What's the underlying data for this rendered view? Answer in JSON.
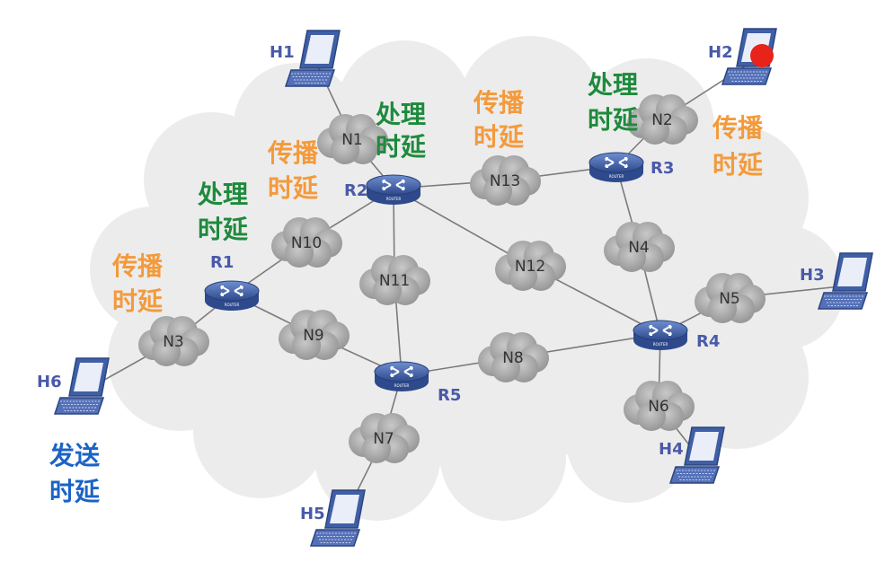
{
  "hosts": [
    {
      "id": "H1",
      "label": "H1"
    },
    {
      "id": "H2",
      "label": "H2"
    },
    {
      "id": "H3",
      "label": "H3"
    },
    {
      "id": "H4",
      "label": "H4"
    },
    {
      "id": "H5",
      "label": "H5"
    },
    {
      "id": "H6",
      "label": "H6"
    }
  ],
  "routers": [
    {
      "id": "R1",
      "label": "R1"
    },
    {
      "id": "R2",
      "label": "R2"
    },
    {
      "id": "R3",
      "label": "R3"
    },
    {
      "id": "R4",
      "label": "R4"
    },
    {
      "id": "R5",
      "label": "R5"
    }
  ],
  "router_tag": "ROUTER",
  "networks": [
    "N1",
    "N2",
    "N3",
    "N4",
    "N5",
    "N6",
    "N7",
    "N8",
    "N9",
    "N10",
    "N11",
    "N12",
    "N13"
  ],
  "links": [
    [
      "H1",
      "N1"
    ],
    [
      "N1",
      "R2"
    ],
    [
      "R2",
      "N13"
    ],
    [
      "N13",
      "R3"
    ],
    [
      "R3",
      "N2"
    ],
    [
      "N2",
      "H2"
    ],
    [
      "R3",
      "N4"
    ],
    [
      "N4",
      "R4"
    ],
    [
      "R2",
      "N12"
    ],
    [
      "N12",
      "R4"
    ],
    [
      "R2",
      "N11"
    ],
    [
      "N11",
      "R5"
    ],
    [
      "R2",
      "N10"
    ],
    [
      "N10",
      "R1"
    ],
    [
      "R1",
      "N3"
    ],
    [
      "N3",
      "H6"
    ],
    [
      "R1",
      "N9"
    ],
    [
      "N9",
      "R5"
    ],
    [
      "R5",
      "N8"
    ],
    [
      "N8",
      "R4"
    ],
    [
      "R5",
      "N7"
    ],
    [
      "N7",
      "H5"
    ],
    [
      "R4",
      "N5"
    ],
    [
      "N5",
      "H3"
    ],
    [
      "R4",
      "N6"
    ],
    [
      "N6",
      "H4"
    ]
  ],
  "annotations": {
    "r2_processing": [
      "处理",
      "时延"
    ],
    "r3_processing": [
      "处理",
      "时延"
    ],
    "r1_processing": [
      "处理",
      "时延"
    ],
    "top_propagation": [
      "传播",
      "时延"
    ],
    "left_propagation": [
      "传播",
      "时延"
    ],
    "h2_propagation": [
      "传播",
      "时延"
    ],
    "r1_left_propagation": [
      "传播",
      "时延"
    ],
    "sending": [
      "发送",
      "时延"
    ]
  },
  "colors": {
    "propagation": "#f39a3c",
    "processing": "#1e8a3c",
    "sending": "#1b63c6",
    "router": "#3f5fa6",
    "cloud": "#9e9e9e",
    "indicator": "#e8231a"
  }
}
